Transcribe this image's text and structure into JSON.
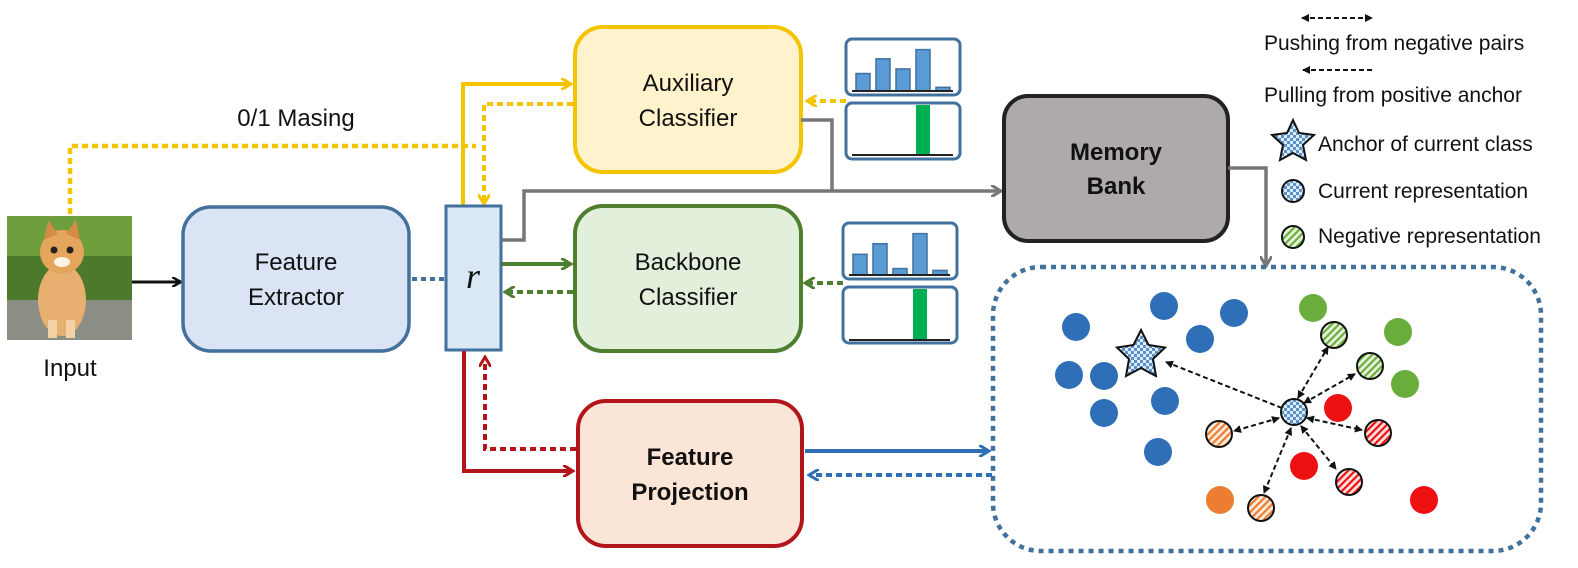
{
  "labels": {
    "input": "Input",
    "masking": "0/1 Masing",
    "feature_extractor": [
      "Feature",
      "Extractor"
    ],
    "r_symbol": "r",
    "auxiliary_classifier": [
      "Auxiliary",
      "Classifier"
    ],
    "backbone_classifier": [
      "Backbone",
      "Classifier"
    ],
    "feature_projection": [
      "Feature",
      "Projection"
    ],
    "memory_bank": [
      "Memory",
      "Bank"
    ]
  },
  "legend": {
    "pushing": "Pushing from negative pairs",
    "pulling": "Pulling from positive anchor",
    "anchor": "Anchor of current class",
    "current": "Current representation",
    "negative": "Negative representation"
  },
  "colors": {
    "yellow": "#F5C400",
    "green": "#4E7F2E",
    "red": "#B3161A",
    "blue_dark": "#41719C",
    "gray": "#777777",
    "dot_blue": "#2E6FB8",
    "dot_green": "#6AAD3C",
    "dot_red": "#EE1111",
    "dot_orange": "#ED7D31"
  },
  "histograms": {
    "auxiliary": [
      0.38,
      0.7,
      0.48,
      0.9,
      0.08
    ],
    "backbone": [
      0.45,
      0.68,
      0.14,
      0.9,
      0.1
    ]
  },
  "icons": [
    "cat-photo",
    "star-icon"
  ]
}
